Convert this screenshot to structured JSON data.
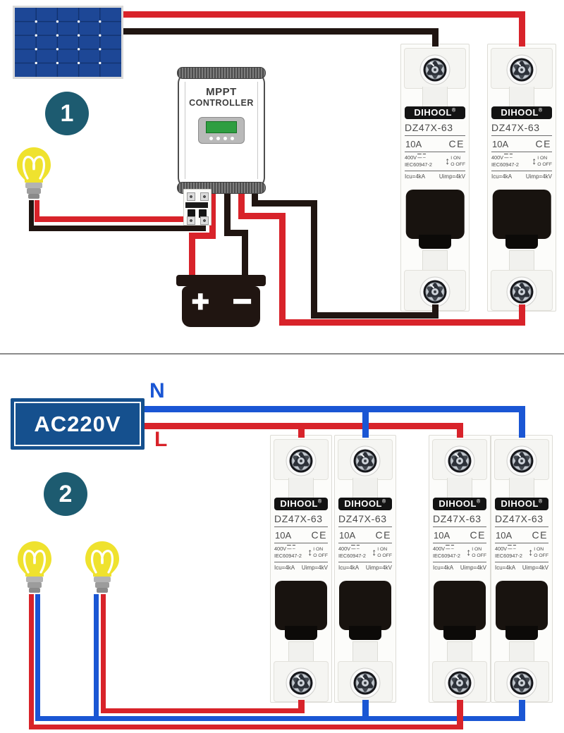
{
  "colors": {
    "red": "#d8232a",
    "black": "#201511",
    "blue": "#1a56d4",
    "teal": "#1d5b70",
    "panel": "#1d4796",
    "srcblue": "#15508e",
    "yellow": "#efe22e"
  },
  "section1": {
    "number": "1",
    "mppt": {
      "line1": "MPPT",
      "line2": "CONTROLLER"
    },
    "battery": {
      "plus": "+",
      "minus": "−"
    }
  },
  "section2": {
    "number": "2",
    "source_label": "AC220V",
    "neutral_label": "N",
    "live_label": "L"
  },
  "breaker": {
    "brand": "DIHOOL",
    "reg": "®",
    "model": "DZ47X-63",
    "rating": "10A",
    "ce": "CE",
    "voltage": "400V",
    "dc": "----",
    "ac": "~",
    "std": "IEC60947-2",
    "arrow": "↕",
    "on": "I ON",
    "off": "O OFF",
    "icu": "Icu=4kA",
    "uimp": "Uimp=4kV"
  }
}
